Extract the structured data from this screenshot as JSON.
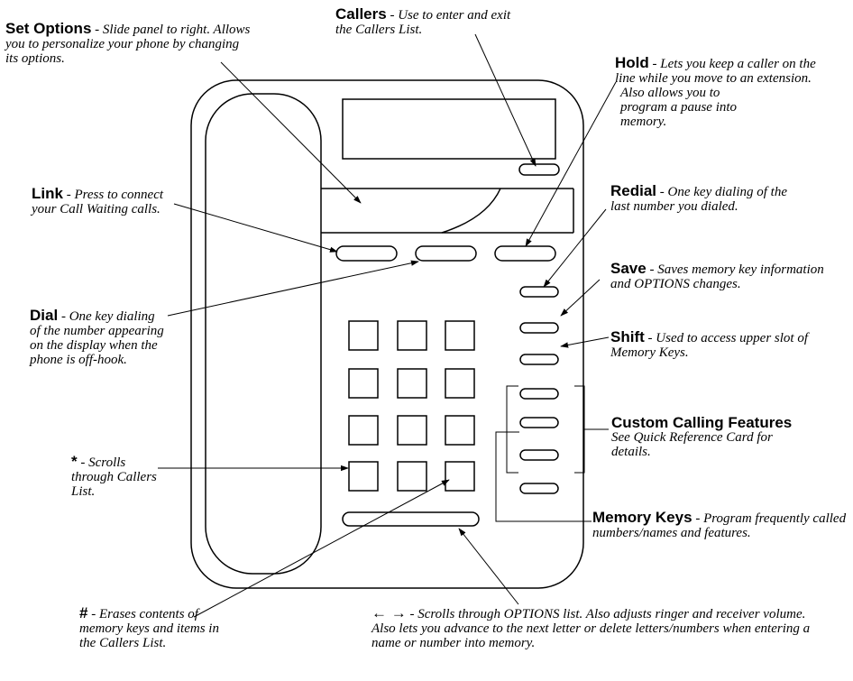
{
  "callouts": {
    "set_options": {
      "title": "Set Options",
      "sep": " - ",
      "desc": "Slide panel to right. Allows you to personalize your phone by changing its options."
    },
    "callers": {
      "title": "Callers",
      "sep": " - ",
      "desc": "Use to enter and exit the Callers List."
    },
    "hold": {
      "title": "Hold",
      "sep": " - ",
      "desc": "Lets you keep a caller on the line while you move to an extension.",
      "desc2": "Also allows you to program a pause into memory."
    },
    "link": {
      "title": "Link",
      "sep": " - ",
      "desc": "Press to connect your Call Waiting calls."
    },
    "redial": {
      "title": "Redial",
      "sep": " - ",
      "desc": "One key dialing of the last number you dialed."
    },
    "save": {
      "title": "Save",
      "sep": " - ",
      "desc": "Saves memory key information and OPTIONS changes."
    },
    "dial": {
      "title": "Dial",
      "sep": " - ",
      "desc": "One key dialing of the number appearing on the display when the phone is off-hook."
    },
    "shift": {
      "title": "Shift",
      "sep": " - ",
      "desc": "Used to access upper slot of Memory Keys."
    },
    "custom": {
      "title": "Custom Calling Features",
      "desc": "See Quick Reference Card for details."
    },
    "star": {
      "title": "*",
      "sep": " - ",
      "desc": "Scrolls through Callers List."
    },
    "memory": {
      "title": "Memory Keys",
      "sep": " - ",
      "desc": "Program frequently called numbers/names and features."
    },
    "hash": {
      "title": "#",
      "sep": " - ",
      "desc": "Erases contents of memory keys and items in the Callers List."
    },
    "arrows": {
      "title": "← →",
      "sep": " - ",
      "desc": "Scrolls through OPTIONS list. Also adjusts ringer and receiver volume. Also lets you advance to the next letter or delete letters/numbers when entering a name or number into memory."
    }
  }
}
